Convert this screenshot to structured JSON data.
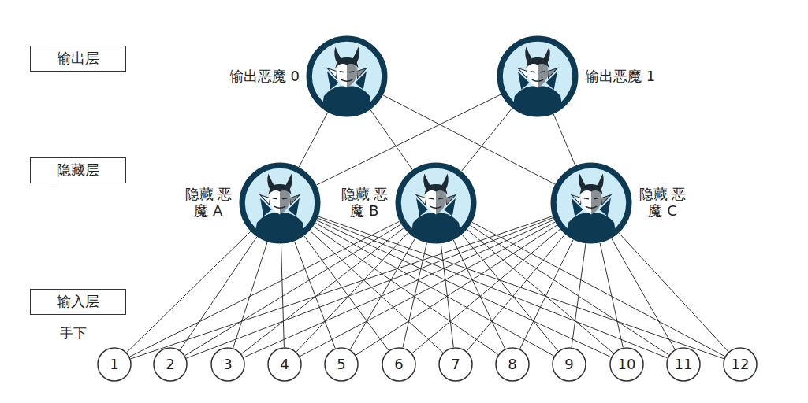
{
  "diagram": {
    "nodes": [
      {
        "text": [
          "输出层"
        ]
      },
      {
        "text": [
          "输出恶魔 0"
        ]
      },
      {
        "text": [
          "输出恶魔 1"
        ]
      },
      {
        "text": [
          "隐藏层"
        ]
      },
      {
        "text": [
          "隐藏 恶魔 A"
        ]
      },
      {
        "text": [
          "隐藏 恶魔 B"
        ]
      },
      {
        "text": [
          "隐藏 恶魔 C"
        ]
      },
      {
        "text": [
          "输入层"
        ]
      },
      {
        "text": [
          "1"
        ]
      },
      {
        "text": [
          "2"
        ]
      },
      {
        "text": [
          "3"
        ]
      },
      {
        "text": [
          "4"
        ]
      },
      {
        "text": [
          "5"
        ]
      },
      {
        "text": [
          "6"
        ]
      },
      {
        "text": [
          "7"
        ]
      },
      {
        "text": [
          "8"
        ]
      },
      {
        "text": [
          "9"
        ]
      },
      {
        "text": [
          "10"
        ]
      },
      {
        "text": [
          "11"
        ]
      },
      {
        "text": [
          "12"
        ]
      }
    ],
    "edges": [
      {
        "from": 4,
        "to": 1,
        "arrow": "none"
      },
      {
        "from": 4,
        "to": 2,
        "arrow": "none"
      },
      {
        "from": 5,
        "to": 1,
        "arrow": "none"
      },
      {
        "from": 5,
        "to": 2,
        "arrow": "none"
      },
      {
        "from": 6,
        "to": 1,
        "arrow": "none"
      },
      {
        "from": 6,
        "to": 2,
        "arrow": "none"
      },
      {
        "from": 8,
        "to": 4,
        "arrow": "none"
      },
      {
        "from": 8,
        "to": 5,
        "arrow": "none"
      },
      {
        "from": 8,
        "to": 6,
        "arrow": "none"
      },
      {
        "from": 9,
        "to": 4,
        "arrow": "none"
      },
      {
        "from": 9,
        "to": 5,
        "arrow": "none"
      },
      {
        "from": 9,
        "to": 6,
        "arrow": "none"
      },
      {
        "from": 10,
        "to": 4,
        "arrow": "none"
      },
      {
        "from": 10,
        "to": 5,
        "arrow": "none"
      },
      {
        "from": 10,
        "to": 6,
        "arrow": "none"
      },
      {
        "from": 11,
        "to": 4,
        "arrow": "none"
      },
      {
        "from": 11,
        "to": 5,
        "arrow": "none"
      },
      {
        "from": 11,
        "to": 6,
        "arrow": "none"
      },
      {
        "from": 12,
        "to": 4,
        "arrow": "none"
      },
      {
        "from": 12,
        "to": 5,
        "arrow": "none"
      },
      {
        "from": 12,
        "to": 6,
        "arrow": "none"
      },
      {
        "from": 13,
        "to": 4,
        "arrow": "none"
      },
      {
        "from": 13,
        "to": 5,
        "arrow": "none"
      },
      {
        "from": 13,
        "to": 6,
        "arrow": "none"
      },
      {
        "from": 14,
        "to": 4,
        "arrow": "none"
      },
      {
        "from": 14,
        "to": 5,
        "arrow": "none"
      },
      {
        "from": 14,
        "to": 6,
        "arrow": "none"
      },
      {
        "from": 15,
        "to": 4,
        "arrow": "none"
      },
      {
        "from": 15,
        "to": 5,
        "arrow": "none"
      },
      {
        "from": 15,
        "to": 6,
        "arrow": "none"
      },
      {
        "from": 16,
        "to": 4,
        "arrow": "none"
      },
      {
        "from": 16,
        "to": 5,
        "arrow": "none"
      },
      {
        "from": 16,
        "to": 6,
        "arrow": "none"
      },
      {
        "from": 17,
        "to": 4,
        "arrow": "none"
      },
      {
        "from": 17,
        "to": 5,
        "arrow": "none"
      },
      {
        "from": 17,
        "to": 6,
        "arrow": "none"
      },
      {
        "from": 18,
        "to": 4,
        "arrow": "none"
      },
      {
        "from": 18,
        "to": 5,
        "arrow": "none"
      },
      {
        "from": 18,
        "to": 6,
        "arrow": "none"
      },
      {
        "from": 19,
        "to": 4,
        "arrow": "none"
      },
      {
        "from": 19,
        "to": 5,
        "arrow": "none"
      },
      {
        "from": 19,
        "to": 6,
        "arrow": "none"
      }
    ],
    "labels": [
      "手下"
    ]
  }
}
